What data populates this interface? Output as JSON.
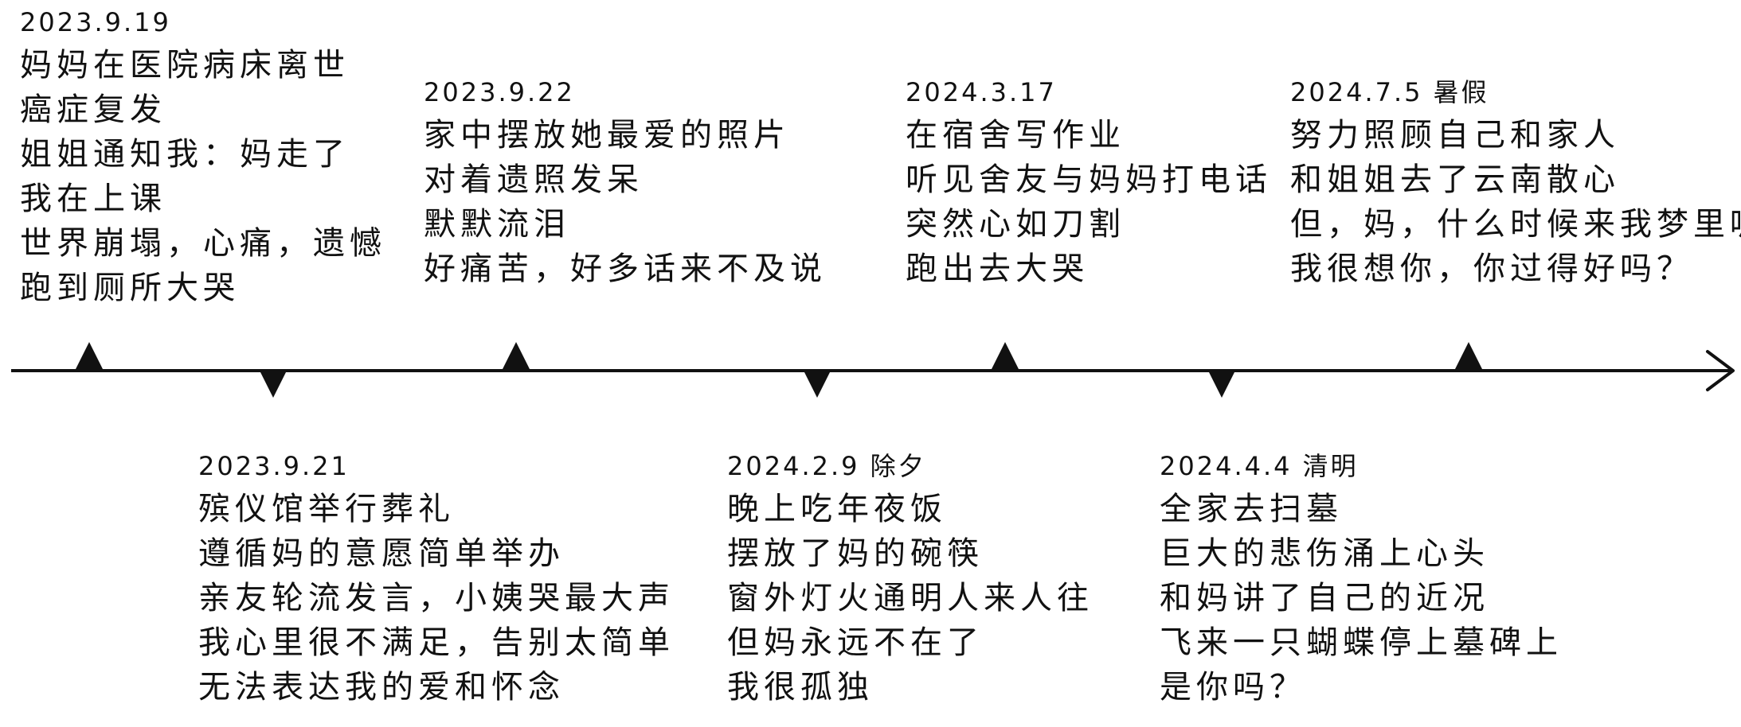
{
  "timeline": {
    "events": [
      {
        "date": "2023.9.19",
        "lines": [
          "妈妈在医院病床离世",
          "癌症复发",
          "姐姐通知我：妈走了",
          "我在上课",
          "世界崩塌，心痛，遗憾",
          "跑到厕所大哭"
        ]
      },
      {
        "date": "2023.9.21",
        "lines": [
          "殡仪馆举行葬礼",
          "遵循妈的意愿简单举办",
          "亲友轮流发言，小姨哭最大声",
          "我心里很不满足，告别太简单",
          "无法表达我的爱和怀念"
        ]
      },
      {
        "date": "2023.9.22",
        "lines": [
          "家中摆放她最爱的照片",
          "对着遗照发呆",
          "默默流泪",
          "好痛苦，好多话来不及说"
        ]
      },
      {
        "date": "2024.2.9 除夕",
        "lines": [
          "晚上吃年夜饭",
          "摆放了妈的碗筷",
          "窗外灯火通明人来人往",
          "但妈永远不在了",
          "我很孤独"
        ]
      },
      {
        "date": "2024.3.17",
        "lines": [
          "在宿舍写作业",
          "听见舍友与妈妈打电话",
          "突然心如刀割",
          "跑出去大哭"
        ]
      },
      {
        "date": "2024.4.4 清明",
        "lines": [
          "全家去扫墓",
          "巨大的悲伤涌上心头",
          "和妈讲了自己的近况",
          "飞来一只蝴蝶停上墓碑上",
          "是你吗？"
        ]
      },
      {
        "date": "2024.7.5 暑假",
        "lines": [
          "努力照顾自己和家人",
          "和姐姐去了云南散心",
          "但，妈，什么时候来我梦里呢",
          "我很想你，你过得好吗？"
        ]
      }
    ]
  }
}
